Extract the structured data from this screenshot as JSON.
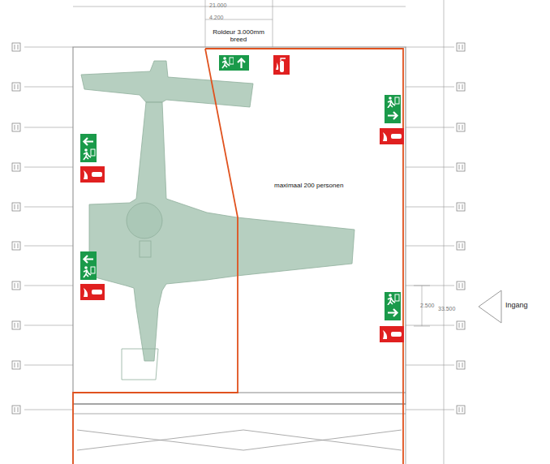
{
  "diagram": {
    "labels": [
      "21.000",
      "4.200",
      "Roldeur 3.000mm breed",
      "maximaal 200 personen",
      "2.500",
      "33.500",
      "Ingang"
    ]
  }
}
